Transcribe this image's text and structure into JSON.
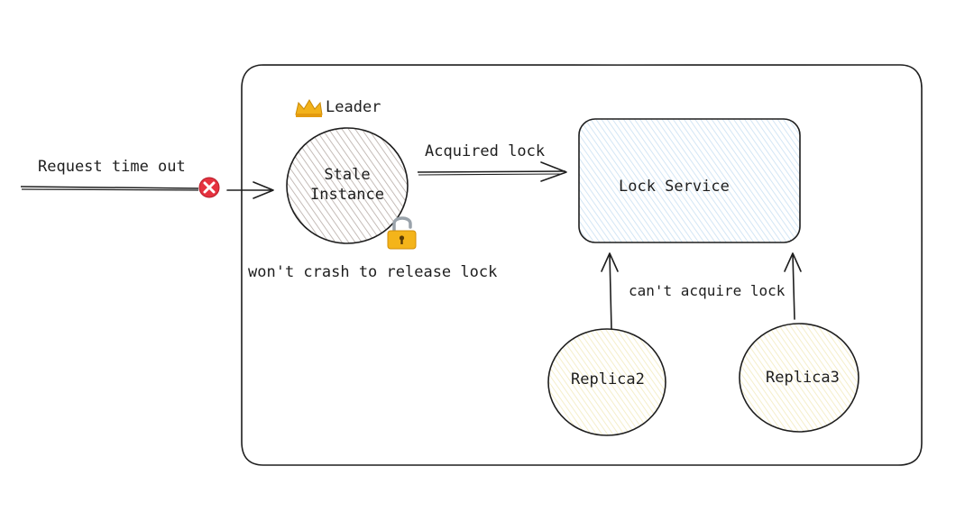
{
  "labels": {
    "request_timeout": "Request time out",
    "leader": "Leader",
    "stale_instance": "Stale Instance",
    "acquired_lock": "Acquired lock",
    "lock_service": "Lock Service",
    "wont_crash": "won't crash to release lock",
    "cant_acquire": "can't acquire lock",
    "replica2": "Replica2",
    "replica3": "Replica3"
  },
  "icons": {
    "crown": "crown-icon",
    "error": "error-x-icon",
    "lock": "padlock-icon"
  },
  "colors": {
    "stroke": "#1e1e1e",
    "stale_fill": "#d6cfcb",
    "lock_service_fill": "#dbeaf7",
    "replica_fill": "#fbf6d9",
    "error_red": "#e5323f",
    "crown_gold": "#f2b21b",
    "lock_gold": "#f4b41a"
  }
}
